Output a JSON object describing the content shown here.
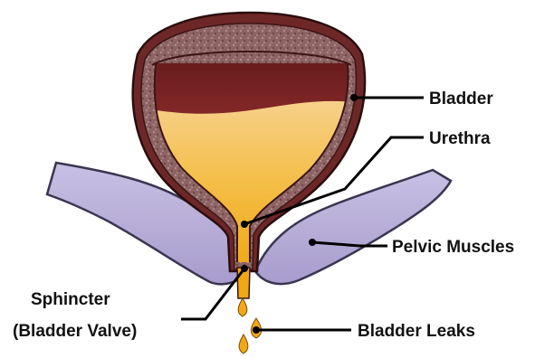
{
  "labels": {
    "bladder": "Bladder",
    "urethra": "Urethra",
    "pelvic_muscles": "Pelvic Muscles",
    "sphincter_line1": "Sphincter",
    "sphincter_line2": "(Bladder Valve)",
    "bladder_leaks": "Bladder Leaks"
  },
  "colors": {
    "bladder_wall_outer": "#7a2d2d",
    "bladder_wall_tissue": "#8e6a6a",
    "bladder_interior_dark": "#6b1f1f",
    "urine_top": "#f6c87a",
    "urine_bottom": "#f1b21c",
    "pelvic_muscle_fill": "#b9b0d8",
    "pelvic_muscle_outline": "#3a3550",
    "droplet": "#f0a81a",
    "leader_line": "#000000"
  }
}
